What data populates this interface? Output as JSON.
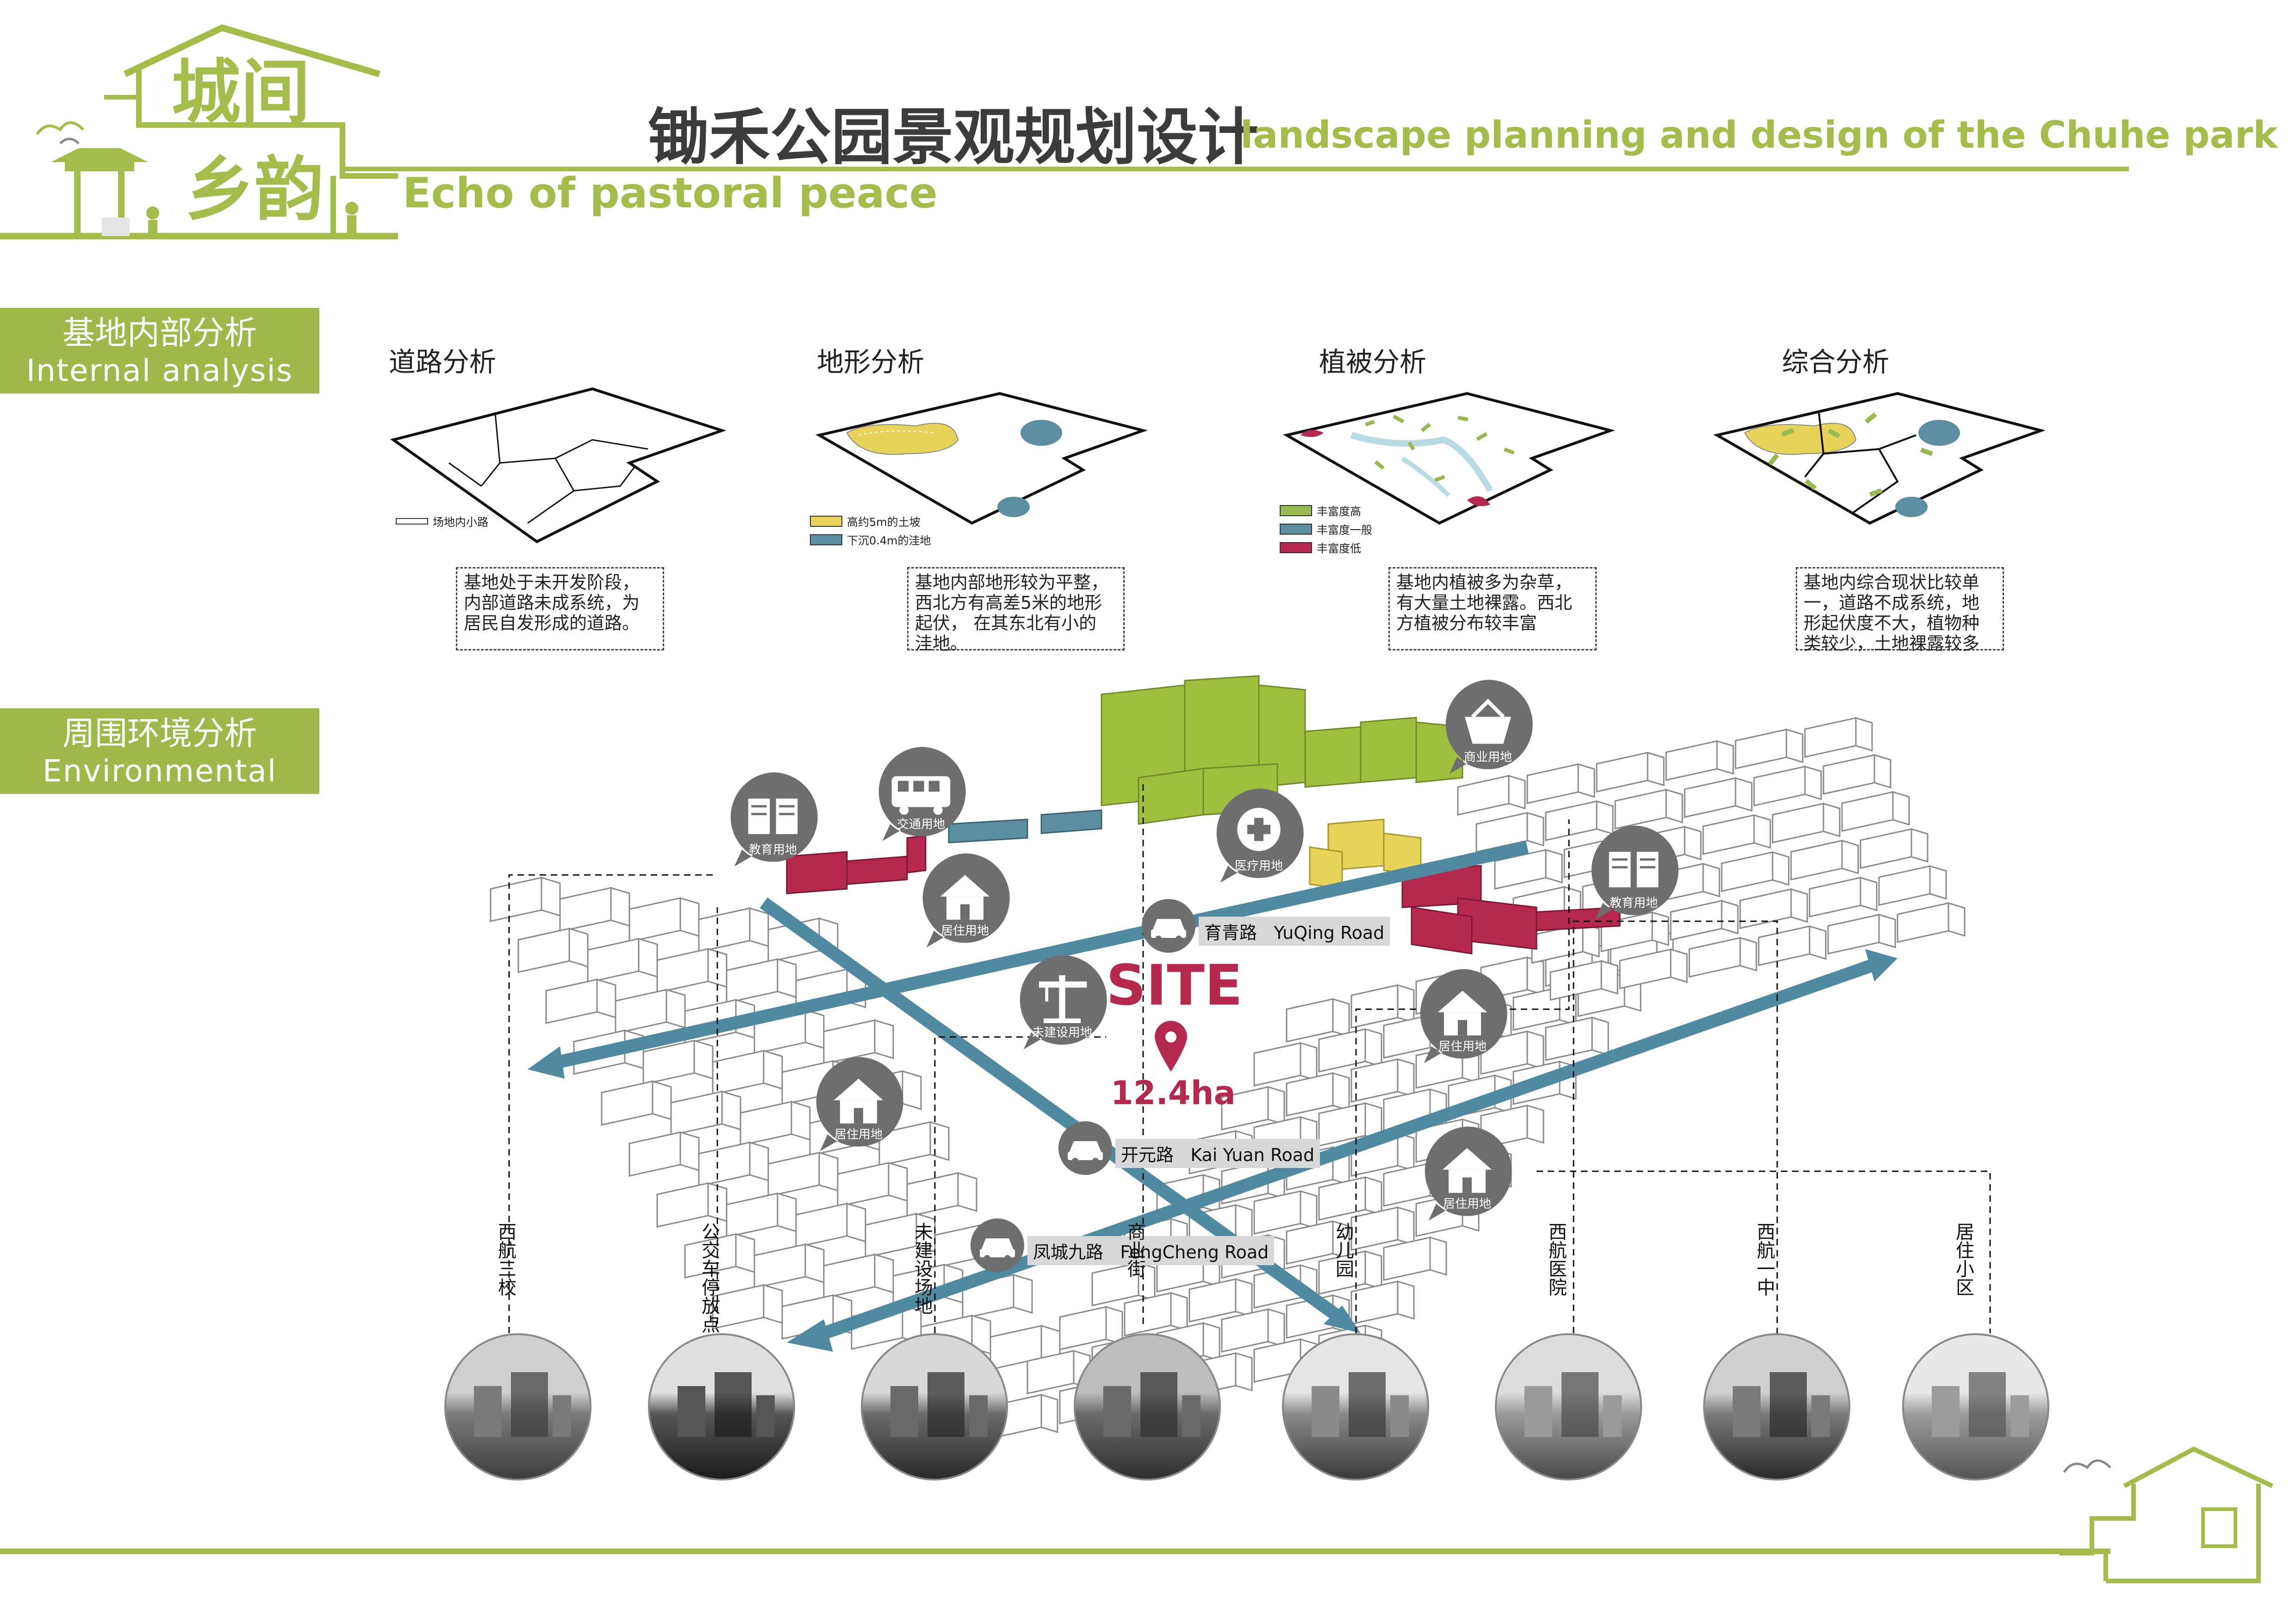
{
  "header": {
    "logo_line1": "城间",
    "logo_line2": "乡韵",
    "title_cn": "锄禾公园景观规划设计",
    "title_en": "landscape planning and design of the Chuhe park",
    "subtitle_en": "Echo of pastoral peace"
  },
  "colors": {
    "accent_green": "#a4bc4a",
    "crimson": "#b5294e",
    "yellow": "#e8d35a",
    "steel_blue": "#5b8ea0",
    "marker_gray": "#6e6e6e"
  },
  "internal": {
    "title_cn": "基地内部分析",
    "title_en": "Internal analysis",
    "panels": [
      {
        "title": "道路分析",
        "legend": [
          {
            "label": "场地内小路"
          }
        ],
        "desc": "基地处于未开发阶段，\n内部道路未成系统，为\n居民自发形成的道路。"
      },
      {
        "title": "地形分析",
        "legend": [
          {
            "label": "高约5m的土坡"
          },
          {
            "label": "下沉0.4m的洼地"
          }
        ],
        "desc": "基地内部地形较为平整，\n西北方有高差5米的地形\n起伏， 在其东北有小的\n洼地。"
      },
      {
        "title": "植被分析",
        "legend": [
          {
            "label": "丰富度高"
          },
          {
            "label": "丰富度一般"
          },
          {
            "label": "丰富度低"
          }
        ],
        "desc": "基地内植被多为杂草，\n有大量土地裸露。西北\n方植被分布较丰富"
      },
      {
        "title": "综合分析",
        "legend": [],
        "desc": "基地内综合现状比较单\n一，道路不成系统，地\n形起伏度不大，植物种\n类较少，土地裸露较多"
      }
    ]
  },
  "environmental": {
    "title_cn": "周围环境分析",
    "title_en": "Environmental analysis",
    "site_label": "SITE",
    "site_area": "12.4ha",
    "roads": [
      {
        "cn": "育青路",
        "en": "YuQing Road"
      },
      {
        "cn": "开元路",
        "en": "Kai Yuan Road"
      },
      {
        "cn": "凤城九路",
        "en": "FengCheng Road"
      }
    ],
    "markers": [
      {
        "label": "商业用地",
        "icon": "shopping-basket-icon"
      },
      {
        "label": "交通用地",
        "icon": "bus-icon"
      },
      {
        "label": "教育用地",
        "icon": "book-icon"
      },
      {
        "label": "医疗用地",
        "icon": "medical-cross-icon"
      },
      {
        "label": "居住用地",
        "icon": "house-icon"
      },
      {
        "label": "未建设用地",
        "icon": "crane-icon"
      },
      {
        "label": "教育用地",
        "icon": "book-icon"
      },
      {
        "label": "居住用地",
        "icon": "house-icon"
      },
      {
        "label": "居住用地",
        "icon": "house-icon"
      },
      {
        "label": "居住用地",
        "icon": "house-icon"
      }
    ],
    "photos": [
      {
        "label": "西航三校"
      },
      {
        "label": "公交车停放点"
      },
      {
        "label": "未建设场地"
      },
      {
        "label": "商业街"
      },
      {
        "label": "幼儿园"
      },
      {
        "label": "西航医院"
      },
      {
        "label": "西航一中"
      },
      {
        "label": "居住小区"
      }
    ]
  }
}
